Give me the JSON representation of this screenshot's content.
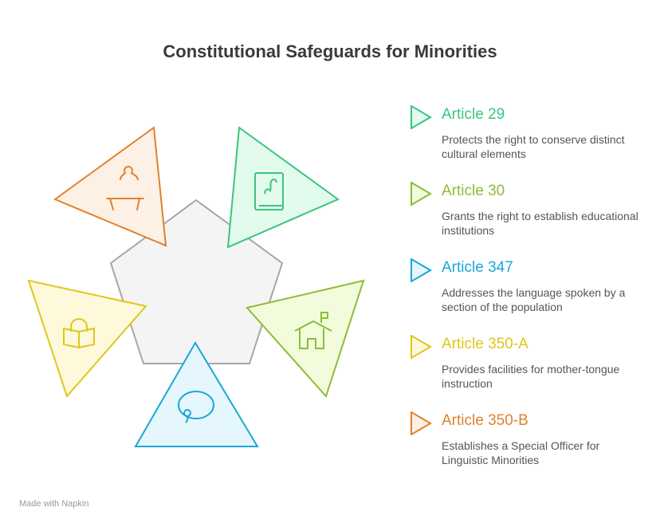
{
  "title": "Constitutional Safeguards for Minorities",
  "items": [
    {
      "label": "Article 29",
      "desc": "Protects the right to conserve distinct cultural elements",
      "color": "#3cc47e",
      "fill": "#e2fbed",
      "icon": "book-icon"
    },
    {
      "label": "Article 30",
      "desc": "Grants the right to establish educational institutions",
      "color": "#8dbd35",
      "fill": "#f2fcdd",
      "icon": "school-house-icon"
    },
    {
      "label": "Article 347",
      "desc": "Addresses the language spoken by a section of the population",
      "color": "#1ba6d8",
      "fill": "#e5f7fd",
      "icon": "speech-bubble-icon"
    },
    {
      "label": "Article 350-A",
      "desc": "Provides facilities for mother-tongue instruction",
      "color": "#dfc71c",
      "fill": "#fdf9da",
      "icon": "reading-child-icon"
    },
    {
      "label": "Article 350-B",
      "desc": "Establishes a Special Officer for Linguistic Minorities",
      "color": "#e0812e",
      "fill": "#fdf0e4",
      "icon": "speaker-podium-icon"
    }
  ],
  "footer": "Made with  Napkin"
}
